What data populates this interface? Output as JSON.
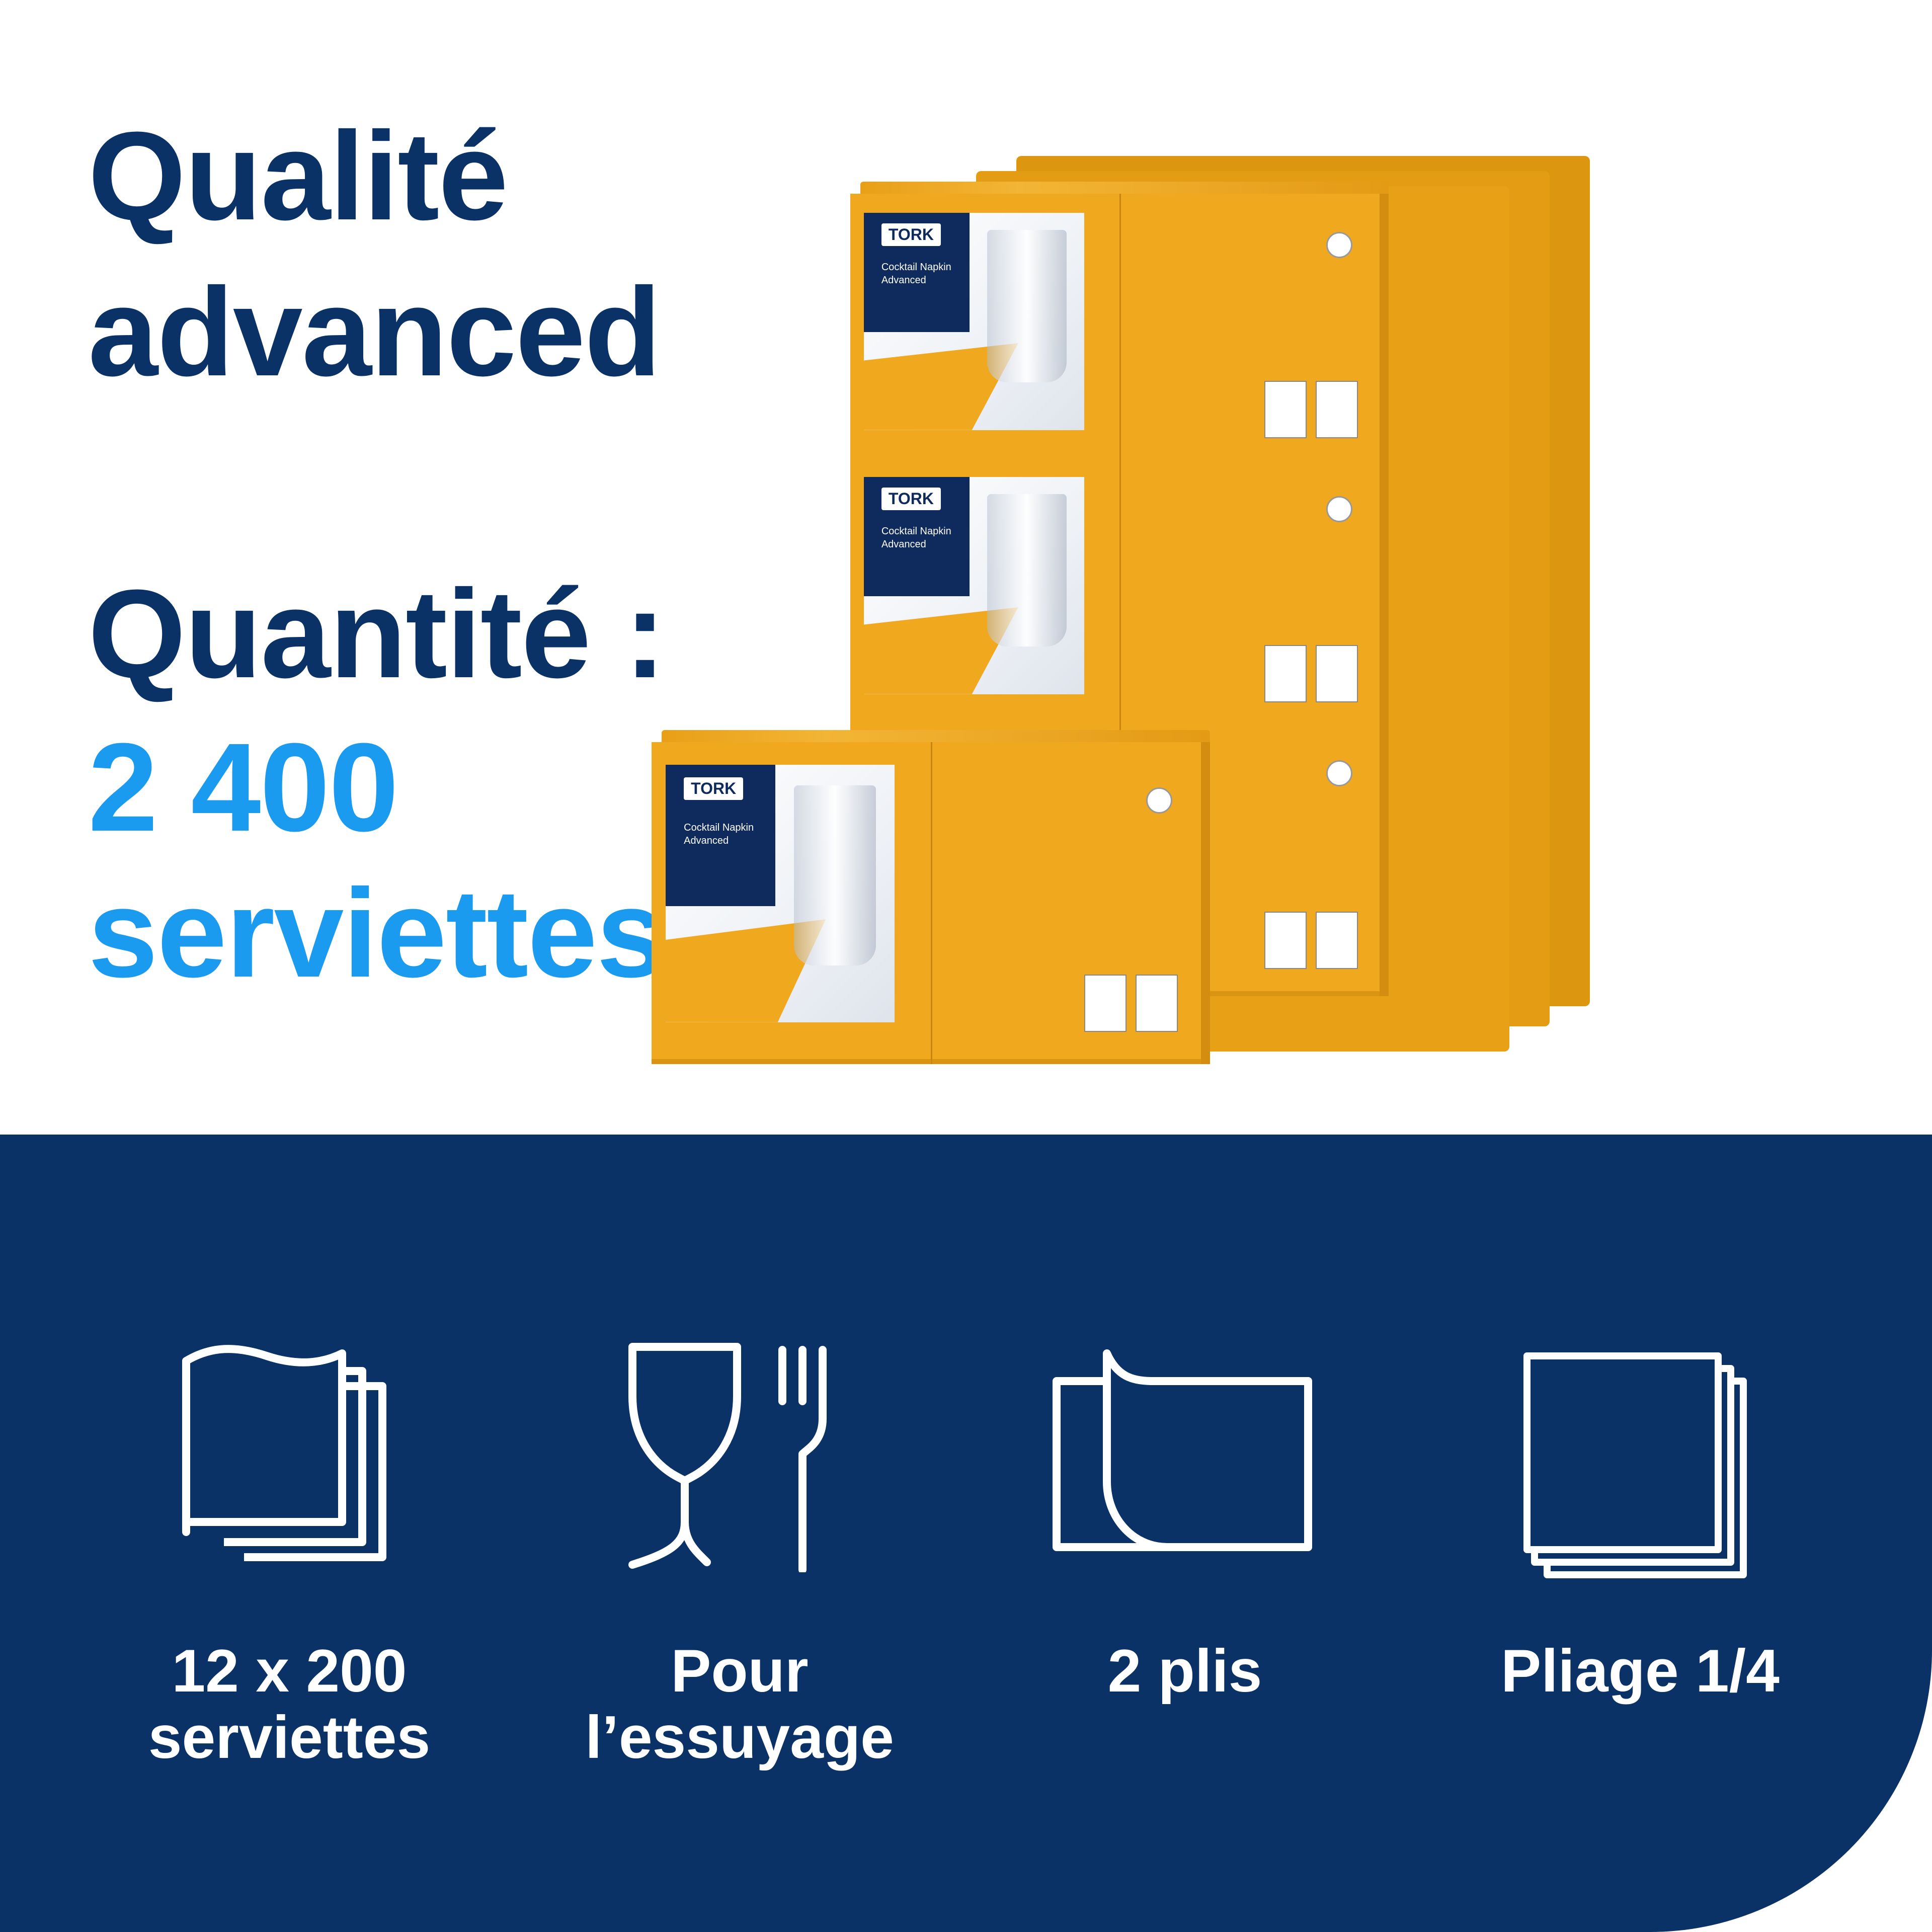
{
  "headline": {
    "line1": "Qualité",
    "line2": "advanced",
    "line3": "Quantité :",
    "line4": "2 400",
    "line5": "serviettes"
  },
  "colors": {
    "navy": "#0a3266",
    "accent_blue": "#1a9bf0",
    "product_orange": "#f0a81f",
    "white": "#ffffff"
  },
  "product": {
    "brand": "TORK",
    "name": "Cocktail Napkin",
    "line": "Advanced"
  },
  "features": [
    {
      "icon": "napkin-stack-icon",
      "label_line1": "12 x 200",
      "label_line2": "serviettes"
    },
    {
      "icon": "glass-fork-icon",
      "label_line1": "Pour",
      "label_line2": "l’essuyage"
    },
    {
      "icon": "two-ply-icon",
      "label_line1": "2 plis",
      "label_line2": ""
    },
    {
      "icon": "quarter-fold-icon",
      "label_line1": "Pliage 1/4",
      "label_line2": ""
    }
  ]
}
